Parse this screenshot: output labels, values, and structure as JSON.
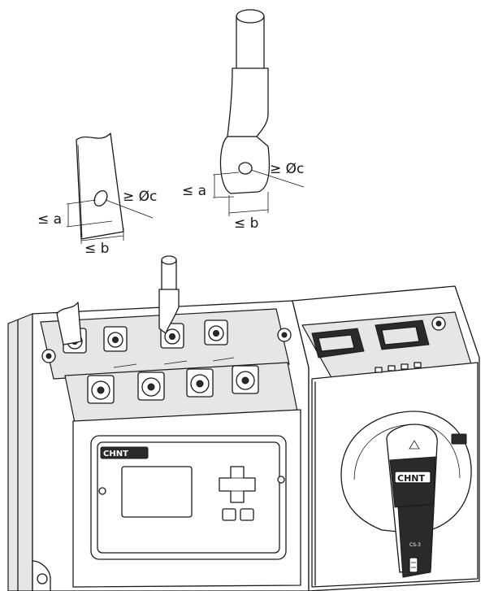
{
  "labels": {
    "strip_a": "≤ a",
    "strip_b": "≤ b",
    "strip_c": "≥ Øc",
    "lug_a": "≤ a",
    "lug_b": "≤ b",
    "lug_c": "≥ Øc"
  },
  "brand": {
    "display_logo": "CHNT",
    "handle_logo": "CHNT",
    "handle_code": "CS-3"
  }
}
